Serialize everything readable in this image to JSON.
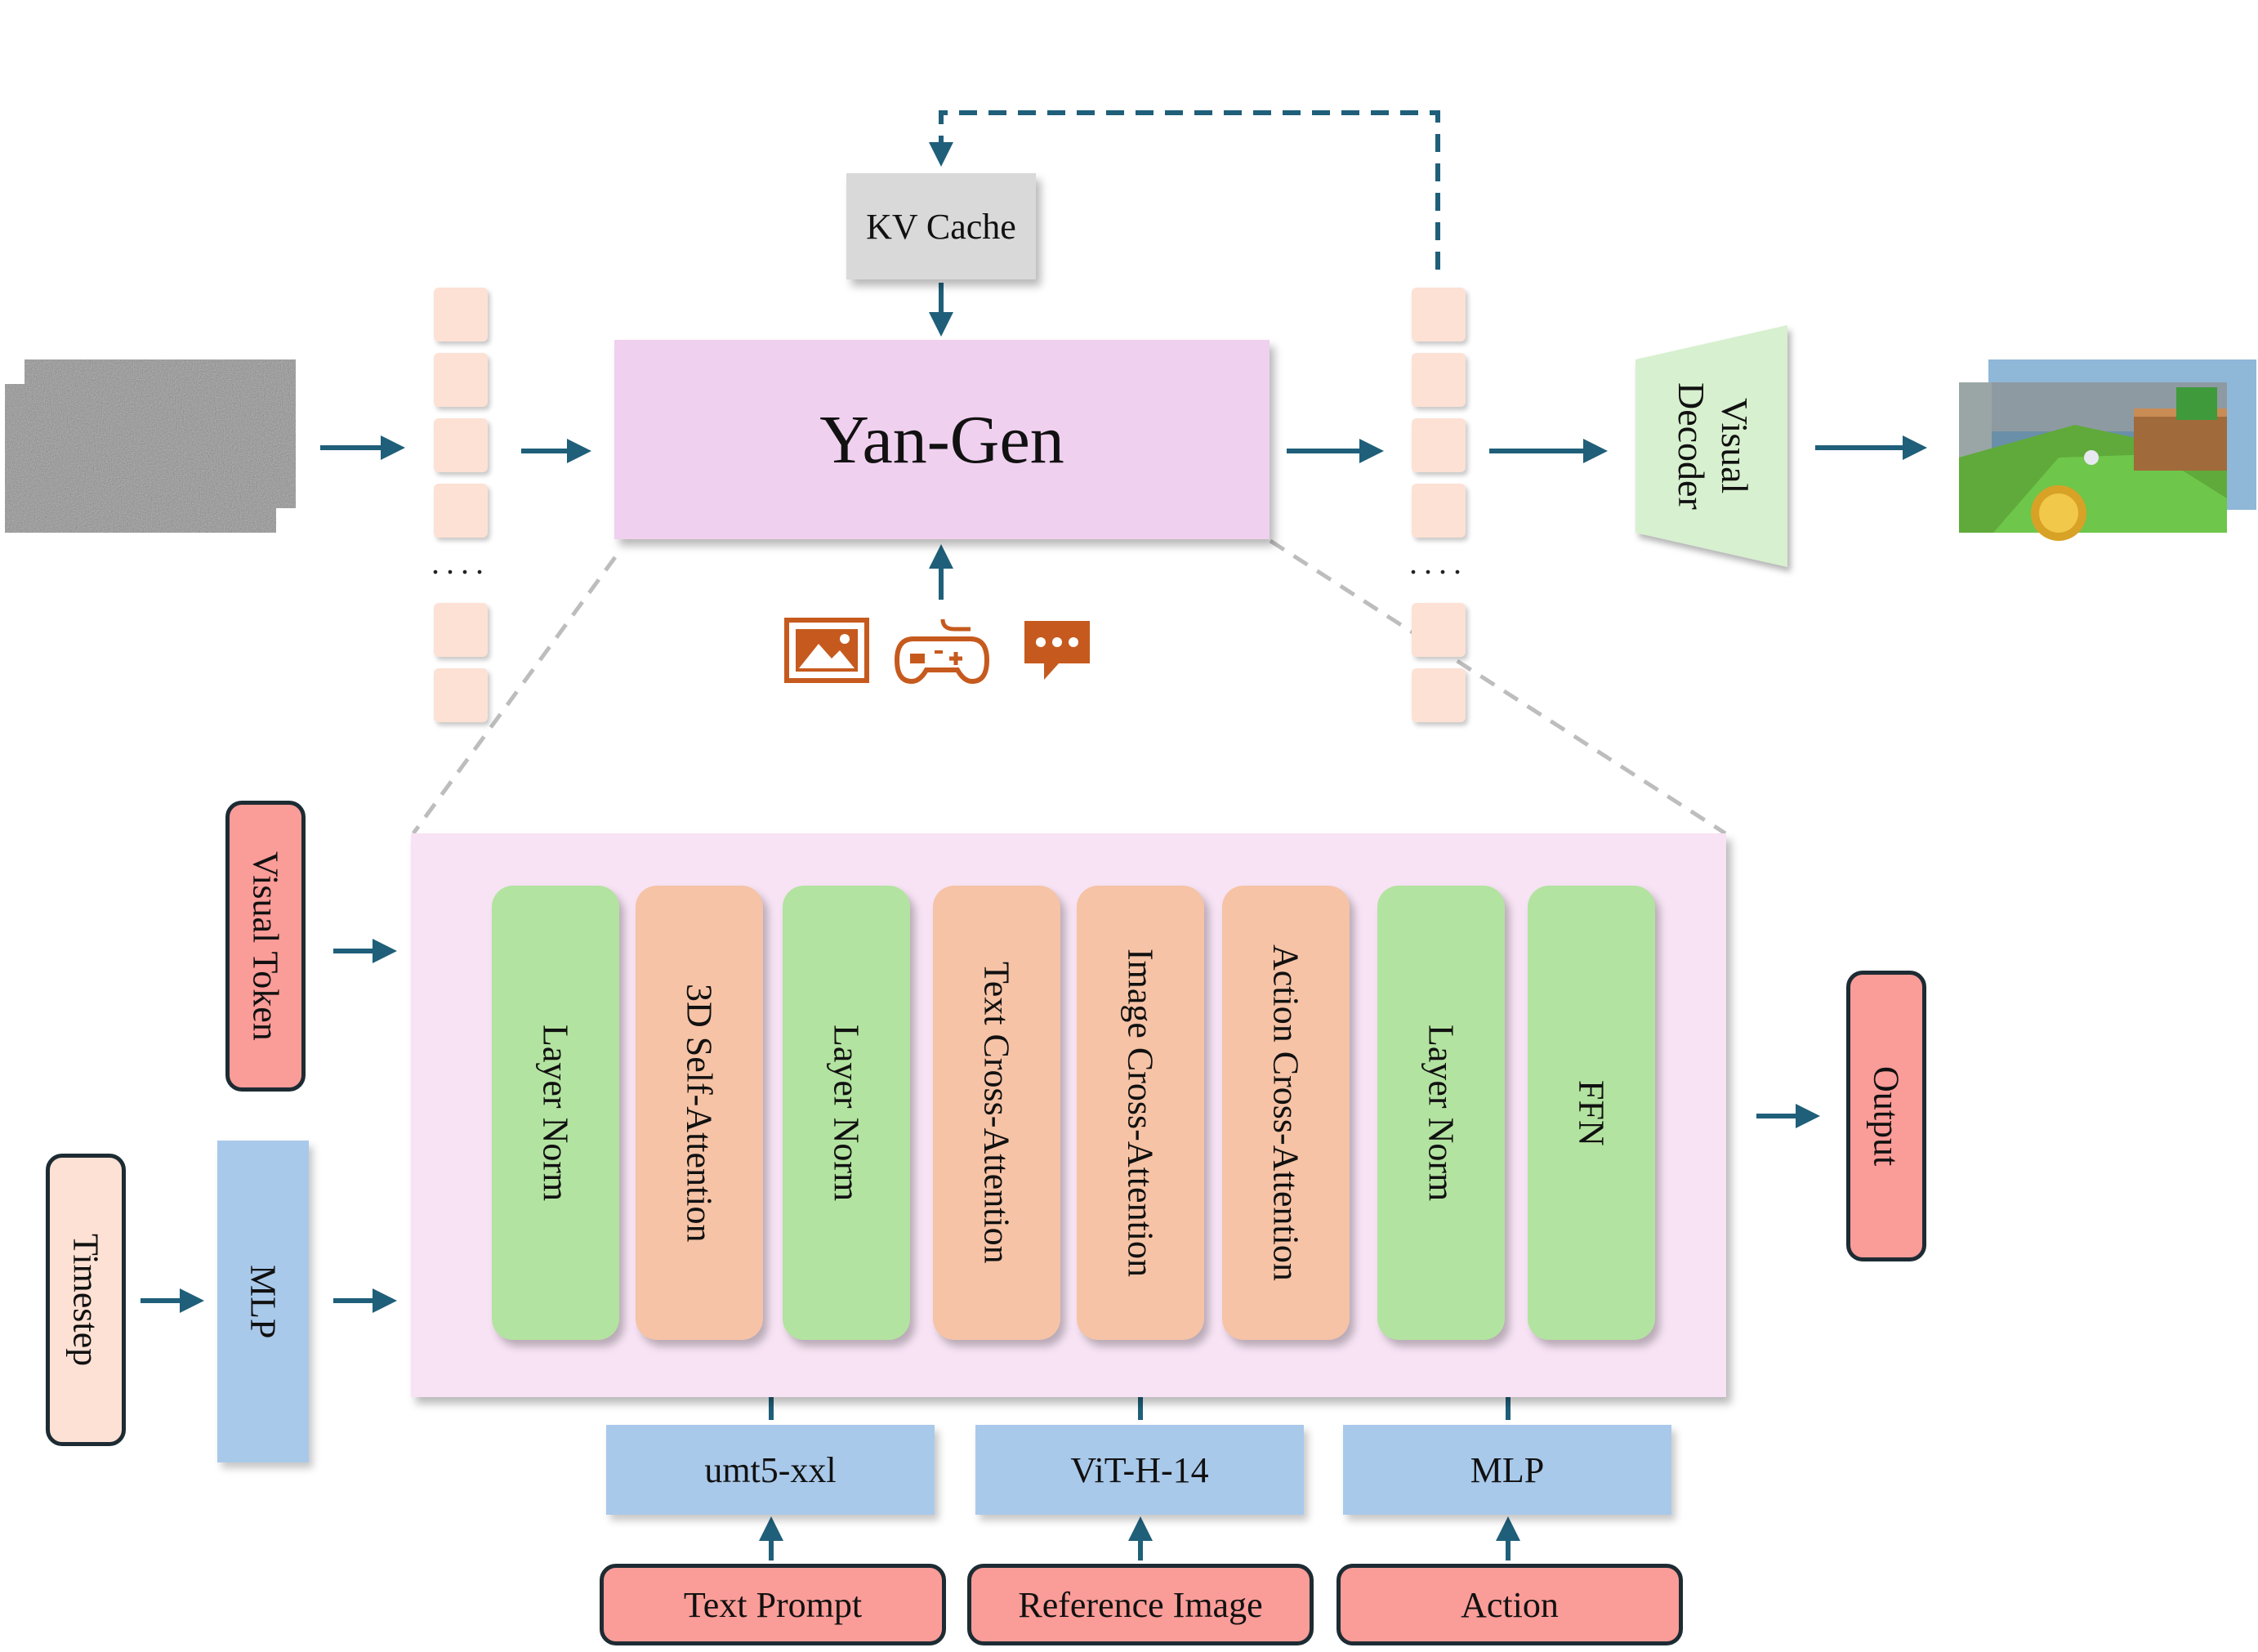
{
  "top": {
    "kv_cache": "KV Cache",
    "yan_gen": "Yan-Gen",
    "visual_decoder": "Visual Decoder",
    "dots": "....",
    "condition_icons": [
      "image-icon",
      "gamepad-icon",
      "chat-bubble-icon"
    ]
  },
  "block": {
    "columns": [
      {
        "label": "Layer Norm",
        "kind": "norm"
      },
      {
        "label": "3D Self-Attention",
        "kind": "attn"
      },
      {
        "label": "Layer Norm",
        "kind": "norm"
      },
      {
        "label": "Text Cross-Attention",
        "kind": "attn"
      },
      {
        "label": "Image Cross-Attention",
        "kind": "attn"
      },
      {
        "label": "Action Cross-Attention",
        "kind": "attn"
      },
      {
        "label": "Layer Norm",
        "kind": "norm"
      },
      {
        "label": "FFN",
        "kind": "norm"
      }
    ]
  },
  "inputs": {
    "visual_token": "Visual Token",
    "timestep": "Timestep",
    "mlp": "MLP",
    "output": "Output"
  },
  "encoders": {
    "text": "umt5-xxl",
    "image": "ViT-H-14",
    "action": "MLP"
  },
  "sources": {
    "text": "Text Prompt",
    "image": "Reference Image",
    "action": "Action"
  },
  "colors": {
    "arrow": "#1f5f7a",
    "icon": "#c65a1e",
    "dashed_gray": "#bdbdbd"
  }
}
